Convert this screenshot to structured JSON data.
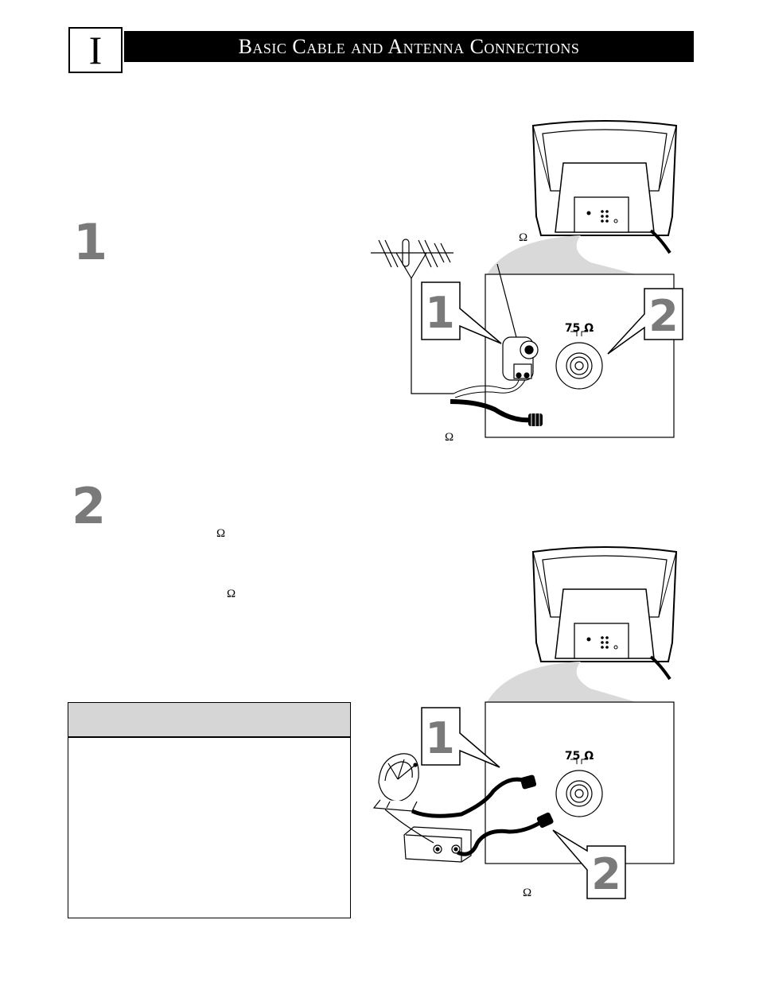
{
  "header": {
    "section_letter": "I",
    "title": "Basic Cable and Antenna Connections"
  },
  "steps": [
    {
      "number": "1"
    },
    {
      "number": "2"
    }
  ],
  "symbols": {
    "omega": "Ω"
  },
  "diagram_labels": {
    "jack_rating": "75 Ω",
    "callout_1": "1",
    "callout_2": "2"
  },
  "colors": {
    "header_bg": "#000000",
    "header_text": "#ffffff",
    "step_number": "#7a7a7a",
    "note_header_bg": "#d6d6d6",
    "swoosh": "#d9d9d9"
  }
}
